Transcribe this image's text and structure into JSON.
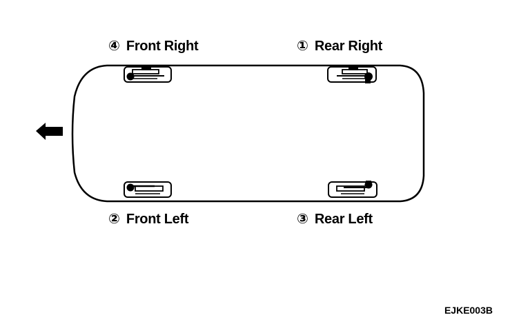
{
  "wheels": {
    "rear_right": {
      "number": "①",
      "label": "Rear Right"
    },
    "front_right": {
      "number": "④",
      "label": "Front Right"
    },
    "front_left": {
      "number": "②",
      "label": "Front Left"
    },
    "rear_left": {
      "number": "③",
      "label": "Rear Left"
    }
  },
  "direction_icon": "left-arrow-icon",
  "reference_code": "EJKE003B"
}
